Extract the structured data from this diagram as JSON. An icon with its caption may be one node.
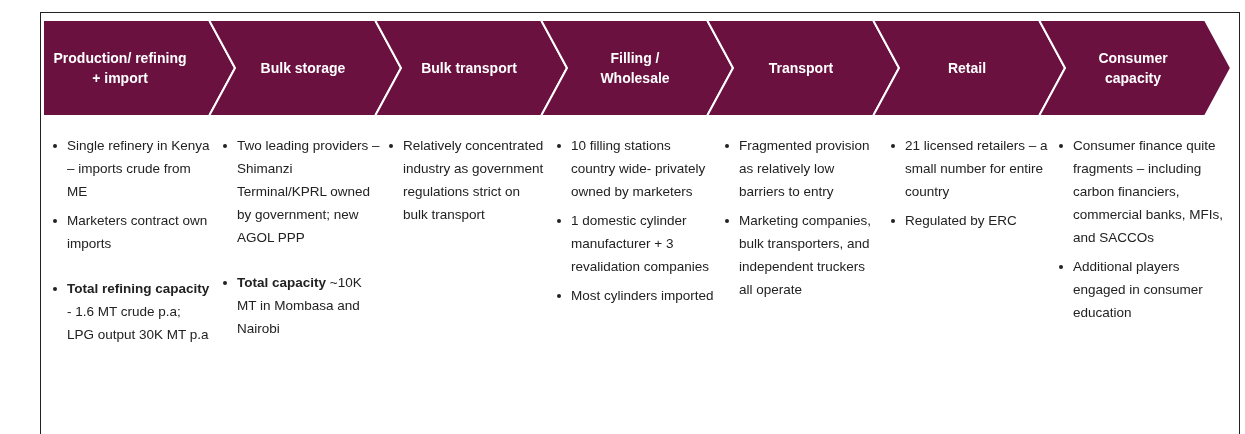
{
  "diagram": {
    "nodes": [
      {
        "text": [
          "Production/ refining + import"
        ]
      },
      {
        "text": [
          "Bulk storage"
        ]
      },
      {
        "text": [
          "Bulk transport"
        ]
      },
      {
        "text": [
          "Filling / Wholesale"
        ]
      },
      {
        "text": [
          "Transport"
        ]
      },
      {
        "text": [
          "Retail"
        ]
      },
      {
        "text": [
          "Consumer capacity"
        ]
      }
    ],
    "labels": [
      "Single refinery in Kenya – imports crude from ME",
      "Marketers contract own imports",
      "**Total refining capacity** - 1.6 MT crude p.a; LPG output 30K MT p.a",
      "Two leading providers – Shimanzi Terminal/KPRL owned by government; new AGOL PPP",
      "**Total capacity** ~10K MT in Mombasa and Nairobi",
      "Relatively concentrated industry as government regulations strict on bulk transport",
      "10 filling stations country wide- privately owned by marketers",
      "1 domestic cylinder manufacturer + 3 revalidation companies",
      "Most cylinders imported",
      "Fragmented provision as relatively low barriers to entry",
      "Marketing companies, bulk transporters, and independent truckers all operate",
      "21 licensed retailers – a small number for entire country",
      "Regulated by ERC",
      "Consumer finance quite fragments – including carbon financiers, commercial banks, MFIs, and SACCOs",
      "Additional players engaged in consumer education"
    ]
  }
}
